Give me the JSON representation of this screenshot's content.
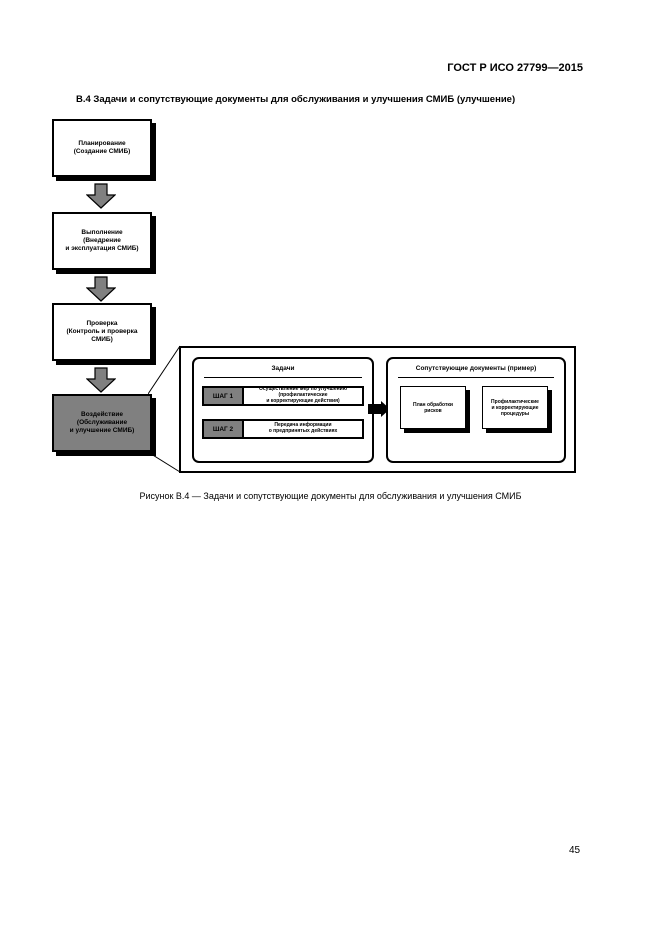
{
  "header": {
    "standard": "ГОСТ Р ИСО 27799—2015"
  },
  "section": {
    "title": "В.4  Задачи и сопутствующие документы для обслуживания и улучшения СМИБ (улучшение)"
  },
  "stages": [
    {
      "label": "Планирование\n(Создание СМИБ)"
    },
    {
      "label": "Выполнение\n(Внедрение\nи эксплуатация СМИБ)"
    },
    {
      "label": "Проверка\n(Контроль и проверка\nСМИБ)"
    },
    {
      "label": "Воздействие\n(Обслуживание\nи улучшение СМИБ)"
    }
  ],
  "tasks": {
    "title": "Задачи",
    "steps": [
      {
        "label": "ШАГ 1",
        "text": "Осуществление мер по улучшению\n(профилактические\nи корректирующие действия)"
      },
      {
        "label": "ШАГ 2",
        "text": "Передача информации\nо предпринятых действиях"
      }
    ]
  },
  "documents": {
    "title": "Сопутствующие документы (пример)",
    "items": [
      {
        "text": "План обработки\nрисков"
      },
      {
        "text": "Профилактические\nи корректирующие\nпроцедуры"
      }
    ]
  },
  "caption": "Рисунок В.4 — Задачи и сопутствующие документы для обслуживания и улучшения СМИБ",
  "page_number": "45"
}
